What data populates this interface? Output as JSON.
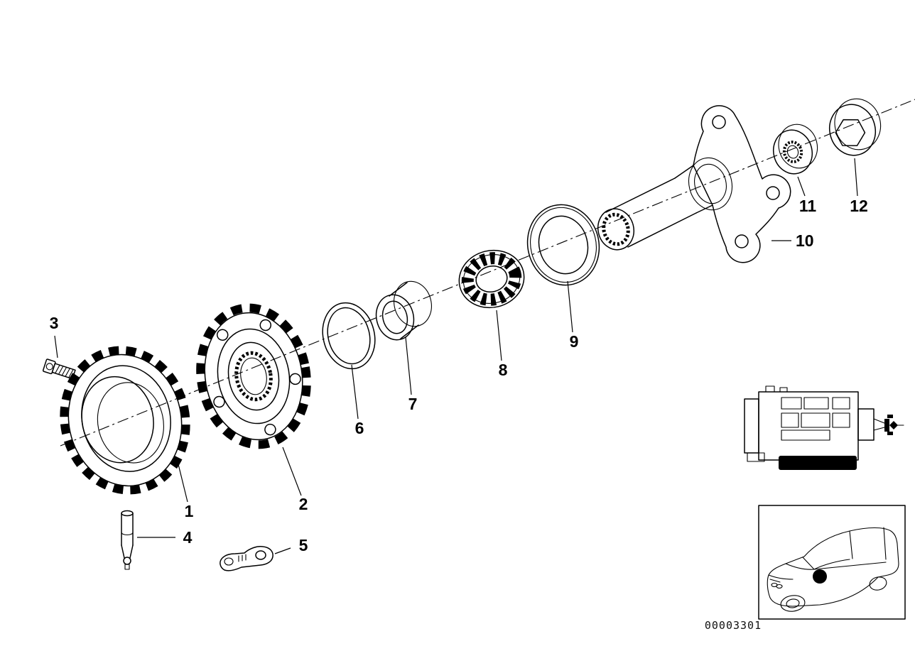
{
  "diagram": {
    "callouts": [
      "1",
      "2",
      "3",
      "4",
      "5",
      "6",
      "7",
      "8",
      "9",
      "10",
      "11",
      "12"
    ],
    "doc_number": "00003301"
  }
}
